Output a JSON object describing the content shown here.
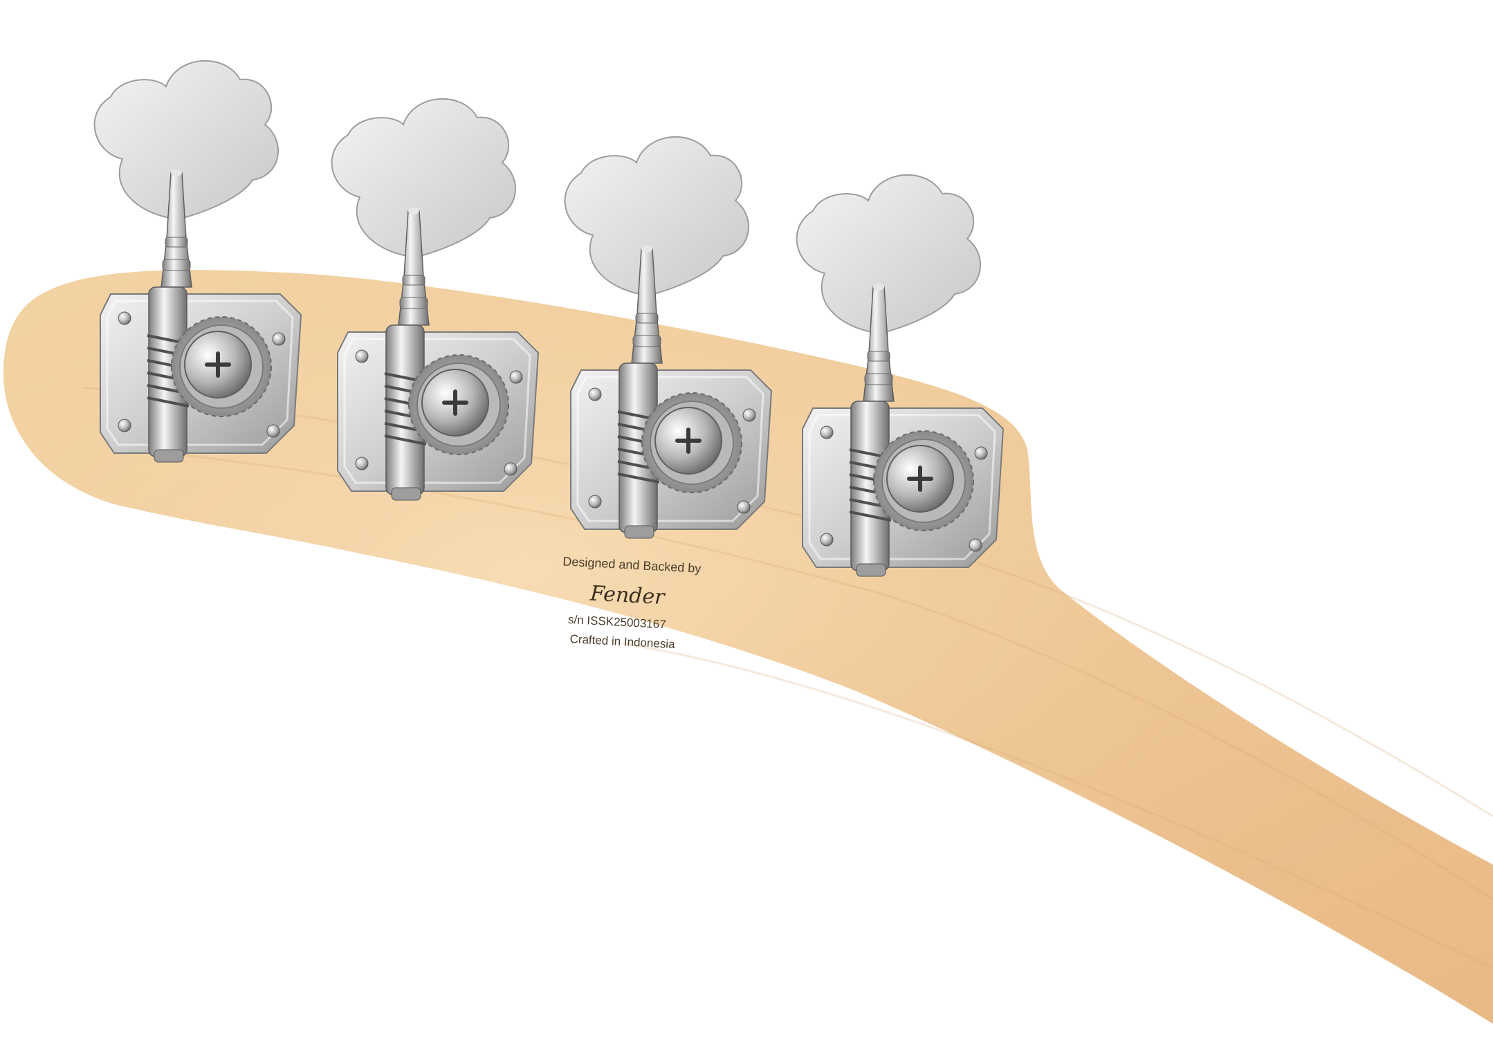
{
  "photo": {
    "subject": "bass guitar headstock rear view with four tuning machines",
    "background_color": "#ffffff",
    "wood_color": "#f0cfa0",
    "hardware_color": "#c9c9c9",
    "tuner_count": 4
  },
  "stamp": {
    "line1": "Designed and Backed by",
    "logo": "Fender",
    "serial": "s/n ISSK25003167",
    "origin": "Crafted in Indonesia"
  }
}
